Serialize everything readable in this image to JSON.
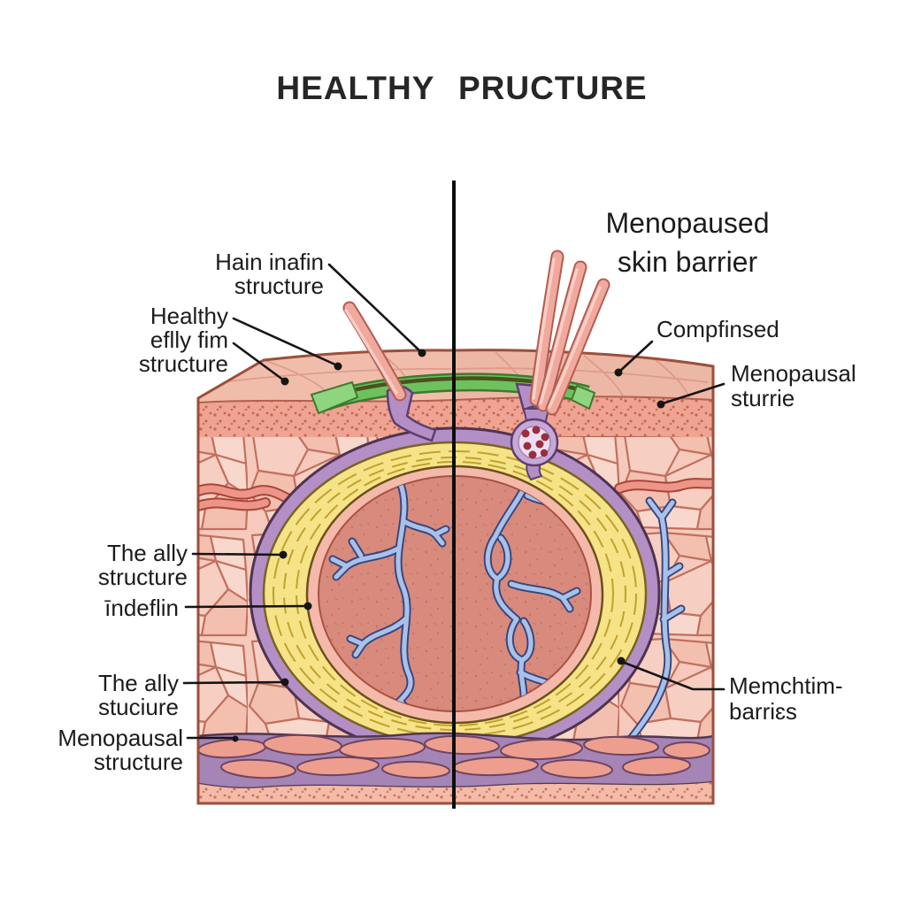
{
  "title": "HEALTHY PRUCTURE",
  "heading": {
    "l1": "Menopaused",
    "l2": "skin barrier"
  },
  "labels": {
    "hair": {
      "l1": "Hain inafin",
      "l2": "structure"
    },
    "film": {
      "l1": "Healthy",
      "l2": "eflly fim",
      "l3": "structure"
    },
    "compressed": {
      "l1": "Compfinsed"
    },
    "meno_surface": {
      "l1": "Menopausal",
      "l2": "sturrie"
    },
    "ally_upper": {
      "l1": "The ally",
      "l2": "structure"
    },
    "inner": {
      "l1": "īndeflin"
    },
    "ally_lower": {
      "l1": "The ally",
      "l2": "stuciure"
    },
    "meno_deep": {
      "l1": "Menopausal",
      "l2": "structure"
    },
    "membrane": {
      "l1": "Memchtim-",
      "l2": "barriɛs"
    }
  },
  "palette": {
    "background": "#ffffff",
    "text": "#1c1c1c",
    "divider": "#0d0d0d",
    "skin_surface": "#f1bdab",
    "stipple_band": "#efa392",
    "dermis_cell_fill": "#f5c9bb",
    "cell_outline": "#c2705e",
    "green_barrier": "#6ec25e",
    "green_barrier_dark": "#3f7a2f",
    "follicle_purple": "#b48fc6",
    "purple_outline": "#5d3f6e",
    "ring_yellow": "#f6e387",
    "yellow_outline": "#bfa22e",
    "inner_core": "#d88a7c",
    "inner_rim": "#f5b9ab",
    "vessel_blue": "#a7c1e8",
    "vessel_blue_dark": "#35447e",
    "muscle_band": "#a584b6",
    "muscle_cell": "#ee9e8e",
    "vessel_red": "#ee958a",
    "bulb_dot_red": "#992e3e"
  }
}
